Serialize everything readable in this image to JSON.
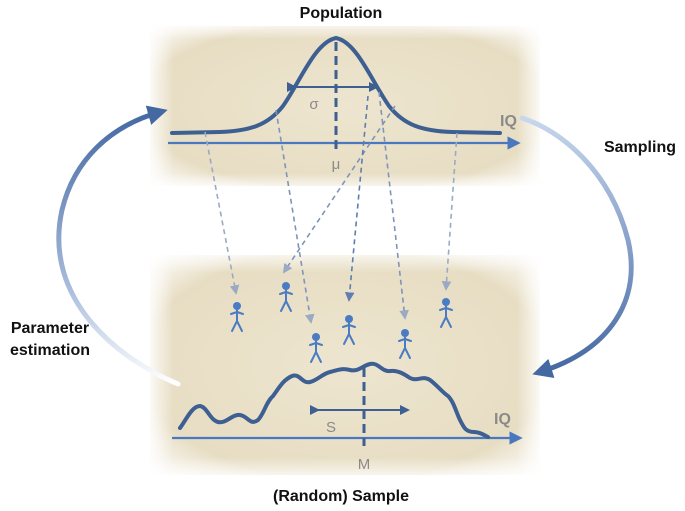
{
  "labels": {
    "population": "Population",
    "sample": "(Random) Sample",
    "sampling": "Sampling",
    "parameter_estimation_line1": "Parameter",
    "parameter_estimation_line2": "estimation",
    "iq_top": "IQ",
    "iq_bottom": "IQ",
    "sigma": "σ",
    "mu": "μ",
    "s": "S",
    "m": "M"
  },
  "colors": {
    "curve": "#3e5f91",
    "axis": "#4a78c0",
    "arrow": "#4468a2",
    "sampling_arrow": "#4468a2",
    "sampling_arrow_fade": "#c3d3ea",
    "person": "#4a7cc4",
    "panel": "#e6dcc2",
    "panel_edge": "#ffffff",
    "label_gray": "#8a8a8a",
    "title": "#111111"
  },
  "icons": {
    "person": "person-icon"
  }
}
